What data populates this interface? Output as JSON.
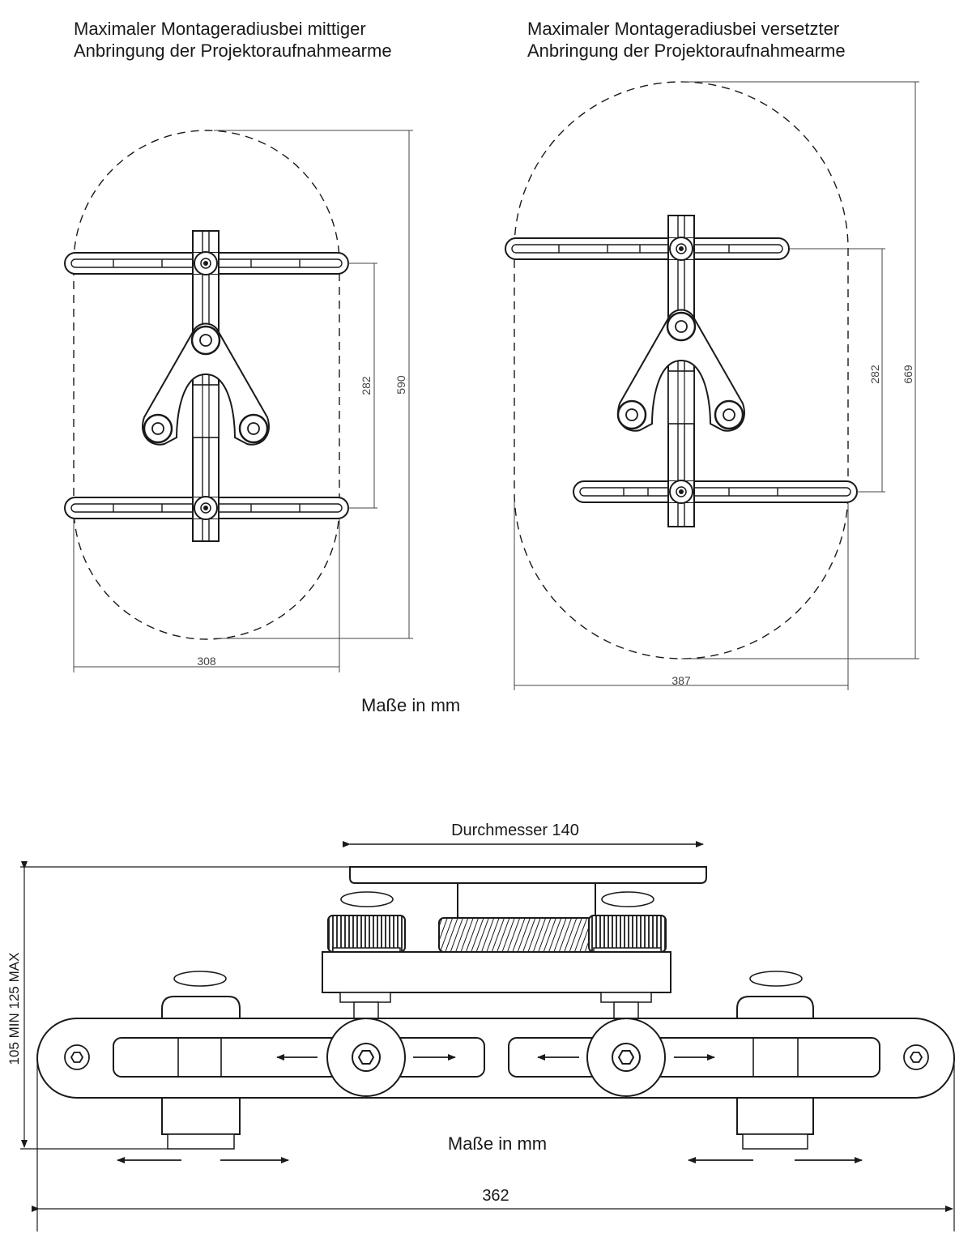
{
  "top_left": {
    "title_line1": "Maximaler Montageradiusbei mittiger",
    "title_line2": "Anbringung der Projektoraufnahmearme",
    "dim_width": "308",
    "dim_height": "590",
    "dim_arm_spacing": "282"
  },
  "top_right": {
    "title_line1": "Maximaler Montageradiusbei versetzter",
    "title_line2": "Anbringung der Projektoraufnahmearme",
    "dim_width": "387",
    "dim_height": "669",
    "dim_arm_spacing": "282"
  },
  "units_label_top": "Maße in mm",
  "bottom": {
    "diameter_label": "Durchmesser 140",
    "height_label": "105 MIN 125 MAX",
    "units_label": "Maße in mm",
    "total_width": "362"
  },
  "colors": {
    "line": "#1a1a1a",
    "dim": "#444444",
    "fill": "#ffffff"
  }
}
